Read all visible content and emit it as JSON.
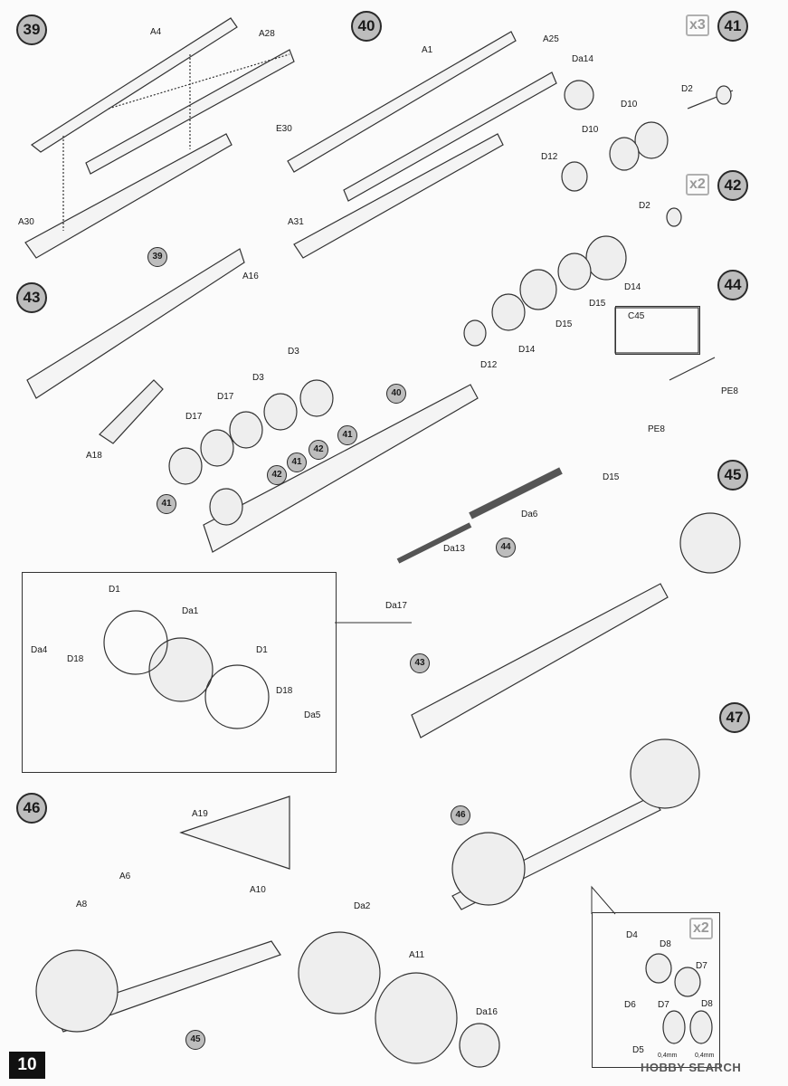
{
  "page_number": "10",
  "watermark": "HOBBY SEARCH",
  "steps": {
    "s39": "39",
    "s40": "40",
    "s41": "41",
    "s42": "42",
    "s43": "43",
    "s44": "44",
    "s45": "45",
    "s46": "46",
    "s47": "47"
  },
  "multipliers": {
    "x3": "x3",
    "x2a": "x2",
    "x2b": "x2"
  },
  "refs": {
    "r39": "39",
    "r40": "40",
    "r41a": "41",
    "r41b": "41",
    "r41c": "41",
    "r42a": "42",
    "r42b": "42",
    "r44": "44",
    "r43": "43",
    "r45": "45",
    "r46": "46"
  },
  "labels": {
    "A4": "A4",
    "A28": "A28",
    "A30": "A30",
    "A1": "A1",
    "A25": "A25",
    "E30": "E30",
    "A31": "A31",
    "Da14": "Da14",
    "D2a": "D2",
    "D10a": "D10",
    "D10b": "D10",
    "D12a": "D12",
    "D2b": "D2",
    "D14a": "D14",
    "D15a": "D15",
    "D15b": "D15",
    "D14b": "D14",
    "D12b": "D12",
    "A16": "A16",
    "D3a": "D3",
    "D3b": "D3",
    "D17a": "D17",
    "D17b": "D17",
    "A18": "A18",
    "C45": "C45",
    "PE8a": "PE8",
    "PE8b": "PE8",
    "D15c": "D15",
    "Da6": "Da6",
    "Da13": "Da13",
    "Da17": "Da17",
    "D1a": "D1",
    "Da1": "Da1",
    "Da4": "Da4",
    "D18a": "D18",
    "D1b": "D1",
    "D18b": "D18",
    "Da5": "Da5",
    "A19": "A19",
    "A6": "A6",
    "A8": "A8",
    "A10": "A10",
    "Da2": "Da2",
    "A11": "A11",
    "Da16": "Da16",
    "D4": "D4",
    "D8a": "D8",
    "D7a": "D7",
    "D6": "D6",
    "D7b": "D7",
    "D8b": "D8",
    "D5": "D5",
    "mm1": "0,4mm",
    "mm2": "0,4mm"
  }
}
